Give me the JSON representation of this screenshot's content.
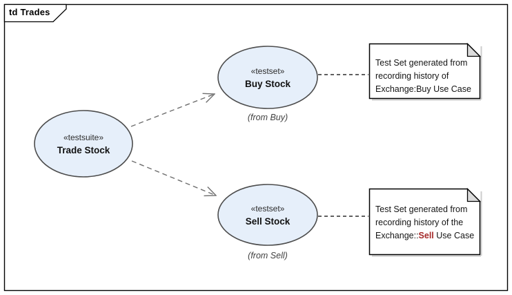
{
  "frame": {
    "label": "td Trades"
  },
  "nodes": {
    "trade": {
      "stereotype": "«testsuite»",
      "name": "Trade Stock"
    },
    "buy": {
      "stereotype": "«testset»",
      "name": "Buy Stock",
      "from": "(from Buy)"
    },
    "sell": {
      "stereotype": "«testset»",
      "name": "Sell Stock",
      "from": "(from Sell)"
    }
  },
  "notes": [
    {
      "lines": [
        "Test Set generated from",
        "recording history of",
        "Exchange:Buy Use Case"
      ]
    },
    {
      "lines": [
        "Test Set generated from",
        "recording history of the"
      ],
      "line3": {
        "prefix": "Exchange::",
        "highlight": "Sell",
        "suffix": " Use Case"
      }
    }
  ],
  "colors": {
    "node_fill": "#e6effa",
    "node_border": "#4c4c4c",
    "note_fill": "#ffffff",
    "note_fold": "#dcdcdc",
    "highlight_text": "#a52a2a",
    "arrow": "#6e6e6e",
    "connector": "#2b2b2b",
    "frame_border": "#000000"
  }
}
